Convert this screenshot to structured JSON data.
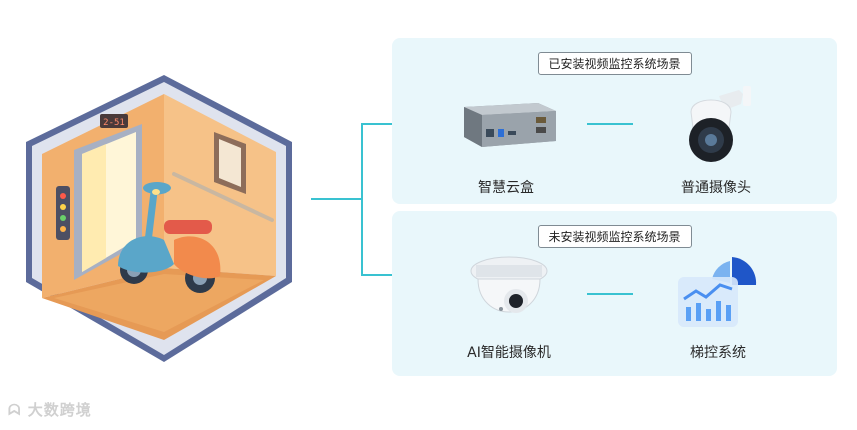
{
  "scenes": [
    {
      "title": "已安装视频监控系统场景",
      "devices": [
        {
          "label": "智慧云盒",
          "icon": "smart-cloud-box-icon"
        },
        {
          "label": "普通摄像头",
          "icon": "ptz-dome-camera-icon"
        }
      ]
    },
    {
      "title": "未安装视频监控系统场景",
      "devices": [
        {
          "label": "AI智能摄像机",
          "icon": "ai-turret-camera-icon"
        },
        {
          "label": "梯控系统",
          "icon": "elevator-control-chart-icon"
        }
      ]
    }
  ],
  "illustration": {
    "elevator_floor_display": "2-51",
    "icon": "elevator-with-scooter-illustration"
  },
  "watermark": "大数跨境",
  "colors": {
    "connector": "#39c2d1",
    "panel_bg": "#e9f7fb"
  }
}
